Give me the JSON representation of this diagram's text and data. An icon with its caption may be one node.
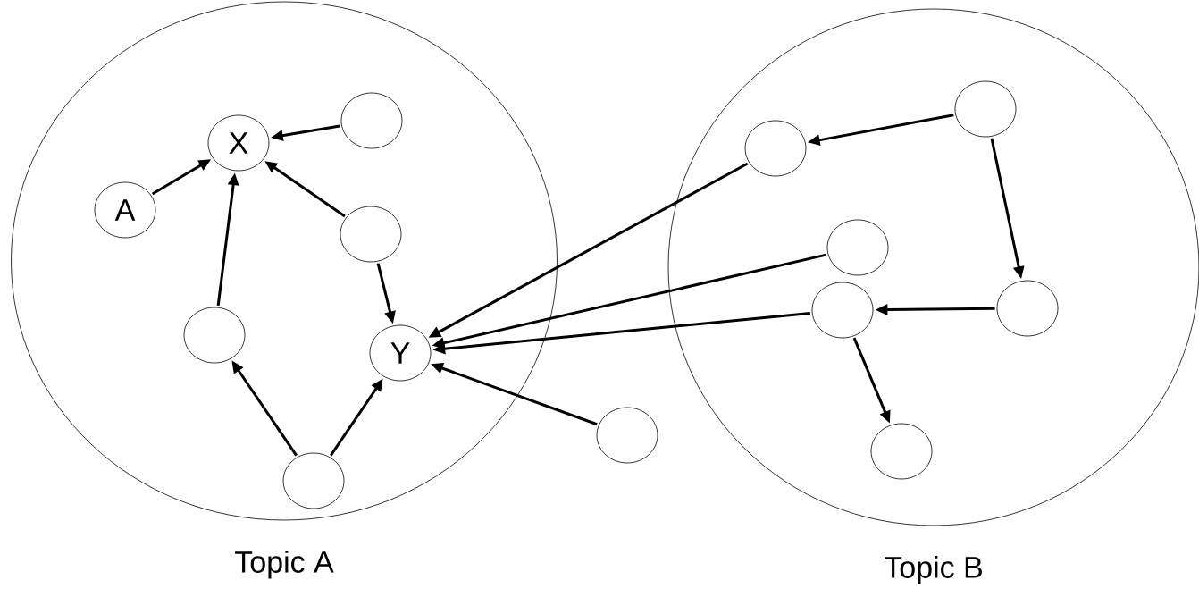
{
  "diagram": {
    "nodes": [
      {
        "text": [
          "Topic A"
        ]
      },
      {
        "text": [
          "Topic B"
        ]
      },
      {
        "text": [],
        "shape": "circle",
        "in": 0
      },
      {
        "text": [
          "X"
        ],
        "in": 0
      },
      {
        "text": [
          "A"
        ],
        "in": 0
      },
      {
        "text": [],
        "shape": "circle",
        "in": 0
      },
      {
        "text": [],
        "shape": "circle",
        "in": 0
      },
      {
        "text": [
          "Y"
        ],
        "in": 0
      },
      {
        "text": [],
        "shape": "circle",
        "in": 0
      },
      {
        "text": [],
        "shape": "circle"
      },
      {
        "text": [],
        "shape": "circle",
        "in": 1
      },
      {
        "text": [],
        "shape": "circle",
        "in": 1
      },
      {
        "text": [],
        "shape": "circle",
        "in": 1
      },
      {
        "text": [],
        "shape": "circle",
        "in": 1
      },
      {
        "text": [],
        "shape": "circle",
        "in": 1
      },
      {
        "text": [],
        "shape": "circle",
        "in": 1
      }
    ],
    "edges": [
      {
        "from": 2,
        "to": 3,
        "arrow": "to"
      },
      {
        "from": 4,
        "to": 3,
        "arrow": "to"
      },
      {
        "from": 5,
        "to": 3,
        "arrow": "to"
      },
      {
        "from": 6,
        "to": 3,
        "arrow": "to"
      },
      {
        "from": 5,
        "to": 7,
        "arrow": "to"
      },
      {
        "from": 8,
        "to": 6,
        "arrow": "to"
      },
      {
        "from": 8,
        "to": 7,
        "arrow": "to"
      },
      {
        "from": 9,
        "to": 7,
        "arrow": "to"
      },
      {
        "from": 11,
        "to": 7,
        "arrow": "to"
      },
      {
        "from": 12,
        "to": 7,
        "arrow": "to"
      },
      {
        "from": 13,
        "to": 7,
        "arrow": "to"
      },
      {
        "from": 10,
        "to": 11,
        "arrow": "to"
      },
      {
        "from": 10,
        "to": 14,
        "arrow": "to"
      },
      {
        "from": 14,
        "to": 13,
        "arrow": "to"
      },
      {
        "from": 13,
        "to": 15,
        "arrow": "to"
      }
    ]
  }
}
